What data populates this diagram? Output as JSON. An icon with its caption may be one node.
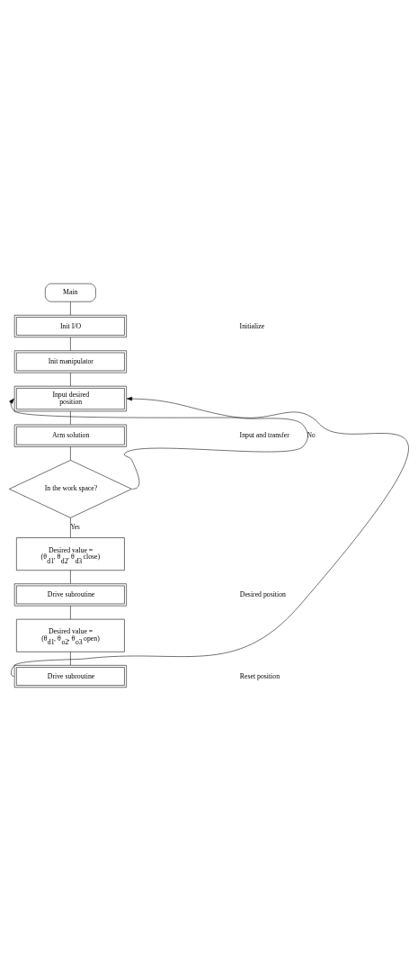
{
  "diagram": {
    "nodes": [
      {
        "text": [
          "Main"
        ]
      },
      {
        "text": [
          "Init I/O"
        ]
      },
      {
        "text": [
          "Init manipulator"
        ]
      },
      {
        "text": [
          "Input desired position"
        ]
      },
      {
        "text": [
          "Arm solution"
        ]
      },
      {
        "text": [
          "In the work space?"
        ]
      },
      {
        "text": [
          "Desired value = (θ$_{d1}$, θ$_{d2}$, θ$_{d3}$ close)"
        ]
      },
      {
        "text": [
          "Drive subroutine"
        ]
      },
      {
        "text": [
          "Desired value = (θ$_{d1}$, θ$_{o2}$, θ$_{o3}$ open)"
        ]
      },
      {
        "text": [
          "Drive subroutine"
        ]
      }
    ],
    "edges": [
      {
        "from": 0,
        "to": 1,
        "arrow": "none"
      },
      {
        "from": 1,
        "to": 2,
        "arrow": "none"
      },
      {
        "from": 2,
        "to": 3,
        "arrow": "none"
      },
      {
        "from": 3,
        "to": 4,
        "arrow": "none"
      },
      {
        "from": 4,
        "to": 5,
        "arrow": "none"
      },
      {
        "from": 5,
        "to": 6,
        "arrow": "none",
        "label": "Yes"
      },
      {
        "from": 5,
        "to": 3,
        "arrow": "to",
        "label": "No"
      },
      {
        "from": 6,
        "to": 7,
        "arrow": "none"
      },
      {
        "from": 7,
        "to": 8,
        "arrow": "none"
      },
      {
        "from": 8,
        "to": 9,
        "arrow": "none"
      },
      {
        "from": 9,
        "to": 3,
        "arrow": "to"
      }
    ],
    "labels": [
      "Initialize",
      "Input and transfer",
      "Desired position",
      "Reset position"
    ]
  }
}
